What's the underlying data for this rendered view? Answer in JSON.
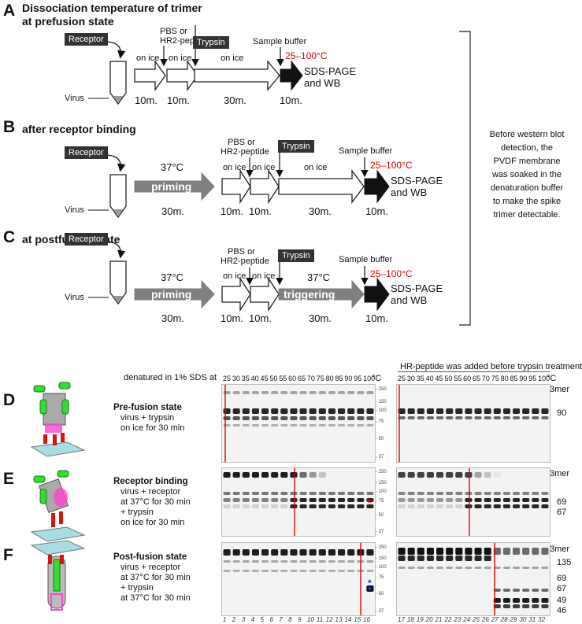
{
  "panelA": {
    "letter": "A",
    "title_l1": "Dissociation temperature of trimer",
    "title_l2": "at prefusion state",
    "receptor": "Receptor",
    "pbs_l1": "PBS or",
    "pbs_l2": "HR2-peptide",
    "trypsin": "Trypsin",
    "sample_buffer": "Sample buffer",
    "temp": "25–100°C",
    "sds_l1": "SDS-PAGE",
    "sds_l2": "and WB",
    "on_ice": "on ice",
    "virus": "Virus",
    "times": [
      "10m.",
      "10m.",
      "30m.",
      "10m."
    ]
  },
  "panelB": {
    "letter": "B",
    "title": "after receptor binding",
    "receptor": "Receptor",
    "temp37": "37°C",
    "priming": "priming",
    "pbs_l1": "PBS or",
    "pbs_l2": "HR2-peptide",
    "trypsin": "Trypsin",
    "sample_buffer": "Sample buffer",
    "temp": "25–100°C",
    "sds_l1": "SDS-PAGE",
    "sds_l2": "and WB",
    "on_ice": "on ice",
    "virus": "Virus",
    "times": [
      "30m.",
      "10m.",
      "10m.",
      "30m.",
      "10m."
    ]
  },
  "panelC": {
    "letter": "C",
    "title": "at postfusion state",
    "receptor": "Receptor",
    "temp37a": "37°C",
    "temp37b": "37°C",
    "priming": "priming",
    "triggering": "triggering",
    "pbs_l1": "PBS or",
    "pbs_l2": "HR2-peptide",
    "trypsin": "Trypsin",
    "sample_buffer": "Sample buffer",
    "temp": "25–100°C",
    "sds_l1": "SDS-PAGE",
    "sds_l2": "and WB",
    "on_ice": "on ice",
    "virus": "Virus",
    "times": [
      "30m.",
      "10m.",
      "10m.",
      "30m.",
      "10m."
    ]
  },
  "side_note": [
    "Before western blot",
    "detection, the",
    "PVDF membrane",
    "was soaked in the",
    "denaturation buffer",
    "to make the spike",
    "trimer detectable."
  ],
  "blots": {
    "left_header": "denatured in 1% SDS at",
    "right_header": "HR-peptide was added before trypsin treatment",
    "temps": [
      "25",
      "30",
      "35",
      "40",
      "45",
      "50",
      "55",
      "60",
      "65",
      "70",
      "75",
      "80",
      "85",
      "90",
      "95",
      "100"
    ],
    "unit": "°C",
    "mw_markers": [
      "250",
      "150",
      "100",
      "75",
      "50",
      "37"
    ],
    "lanes_left": [
      "1",
      "2",
      "3",
      "4",
      "5",
      "6",
      "7",
      "8",
      "9",
      "10",
      "11",
      "12",
      "13",
      "14",
      "15",
      "16"
    ],
    "lanes_right": [
      "17",
      "18",
      "19",
      "20",
      "21",
      "22",
      "23",
      "24",
      "25",
      "26",
      "27",
      "28",
      "29",
      "30",
      "31",
      "32"
    ]
  },
  "panelD": {
    "letter": "D",
    "title": "Pre-fusion state",
    "lines": [
      "virus + trypsin",
      "on ice for 30 min"
    ],
    "bands": [
      "3mer",
      "90"
    ]
  },
  "panelE": {
    "letter": "E",
    "title": "Receptor binding",
    "lines": [
      "virus + receptor",
      "at 37°C for 30 min",
      "+ trypsin",
      "on ice for 30 min"
    ],
    "bands": [
      "3mer",
      "69",
      "67"
    ]
  },
  "panelF": {
    "letter": "F",
    "title": "Post-fusion state",
    "lines": [
      "virus + receptor",
      "at 37°C for 30 min",
      "+ trypsin",
      "at 37°C for 30 min"
    ],
    "bands": [
      "3mer",
      "135",
      "69",
      "67",
      "49",
      "46"
    ]
  },
  "colors": {
    "red": "#e00000",
    "blue": "#1a3cff",
    "green": "#33dd33",
    "magenta": "#ff44cc"
  }
}
